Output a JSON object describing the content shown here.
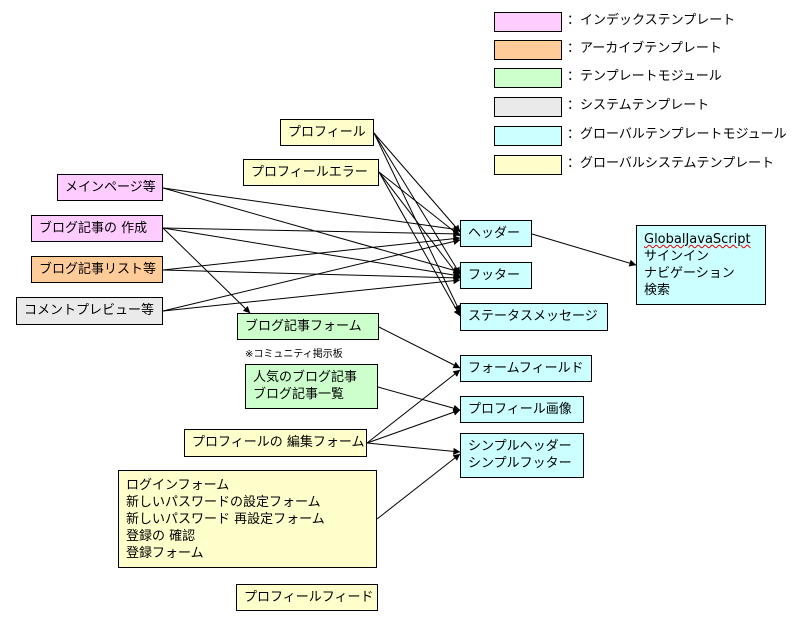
{
  "legend": [
    {
      "label": "：インデックステンプレート",
      "color": "#ffccff"
    },
    {
      "label": "：アーカイブテンプレート",
      "color": "#ffcc99"
    },
    {
      "label": "：テンプレートモジュール",
      "color": "#ccffcc"
    },
    {
      "label": "：システムテンプレート",
      "color": "#eaeaea"
    },
    {
      "label": "：グローバルテンプレートモジュール",
      "color": "#ccffff"
    },
    {
      "label": "：グローバルシステムテンプレート",
      "color": "#ffffcc"
    }
  ],
  "nodes": {
    "profile": {
      "lines": [
        "プロフィール"
      ],
      "category": "global_system"
    },
    "profile_error": {
      "lines": [
        "プロフィールエラー"
      ],
      "category": "global_system"
    },
    "main_page": {
      "lines": [
        "メインページ等"
      ],
      "category": "index"
    },
    "create_entry": {
      "lines": [
        "ブログ記事の 作成"
      ],
      "category": "index"
    },
    "entry_list": {
      "lines": [
        "ブログ記事リスト等"
      ],
      "category": "archive"
    },
    "comment_preview": {
      "lines": [
        "コメントプレビュー等"
      ],
      "category": "system"
    },
    "entry_form": {
      "lines": [
        "ブログ記事フォーム"
      ],
      "category": "module"
    },
    "community_widgets": {
      "lines": [
        "人気のブログ記事",
        "ブログ記事一覧"
      ],
      "category": "module"
    },
    "profile_edit_form": {
      "lines": [
        "プロフィールの 編集フォーム"
      ],
      "category": "global_system"
    },
    "login_forms": {
      "lines": [
        "ログインフォーム",
        "新しいパスワードの設定フォーム",
        "新しいパスワード 再設定フォーム",
        "登録の 確認",
        "登録フォーム"
      ],
      "category": "global_system"
    },
    "profile_feed": {
      "lines": [
        "プロフィールフィード"
      ],
      "category": "global_system"
    },
    "header": {
      "lines": [
        "ヘッダー"
      ],
      "category": "global_module"
    },
    "footer": {
      "lines": [
        "フッター"
      ],
      "category": "global_module"
    },
    "status_message": {
      "lines": [
        "ステータスメッセージ"
      ],
      "category": "global_module"
    },
    "form_field": {
      "lines": [
        "フォームフィールド"
      ],
      "category": "global_module"
    },
    "profile_image": {
      "lines": [
        "プロフィール画像"
      ],
      "category": "global_module"
    },
    "simple_header_footer": {
      "lines": [
        "シンプルヘッダー",
        "シンプルフッター"
      ],
      "category": "global_module"
    },
    "global_js": {
      "lines": [
        "GlobalJavaScript",
        "サインイン",
        "ナビゲーション",
        "検索"
      ],
      "category": "global_module"
    }
  },
  "community_note": "※コミュニティ掲示板",
  "edges": [
    [
      "profile",
      "header"
    ],
    [
      "profile",
      "footer"
    ],
    [
      "profile",
      "status_message"
    ],
    [
      "profile_error",
      "header"
    ],
    [
      "profile_error",
      "footer"
    ],
    [
      "profile_error",
      "status_message"
    ],
    [
      "main_page",
      "header"
    ],
    [
      "main_page",
      "footer"
    ],
    [
      "create_entry",
      "header"
    ],
    [
      "create_entry",
      "footer"
    ],
    [
      "create_entry",
      "entry_form"
    ],
    [
      "entry_list",
      "header"
    ],
    [
      "entry_list",
      "footer"
    ],
    [
      "comment_preview",
      "header"
    ],
    [
      "comment_preview",
      "footer"
    ],
    [
      "header",
      "global_js"
    ],
    [
      "entry_form",
      "form_field"
    ],
    [
      "community_widgets",
      "profile_image"
    ],
    [
      "profile_edit_form",
      "form_field"
    ],
    [
      "profile_edit_form",
      "profile_image"
    ],
    [
      "profile_edit_form",
      "simple_header_footer"
    ],
    [
      "login_forms",
      "simple_header_footer"
    ]
  ]
}
